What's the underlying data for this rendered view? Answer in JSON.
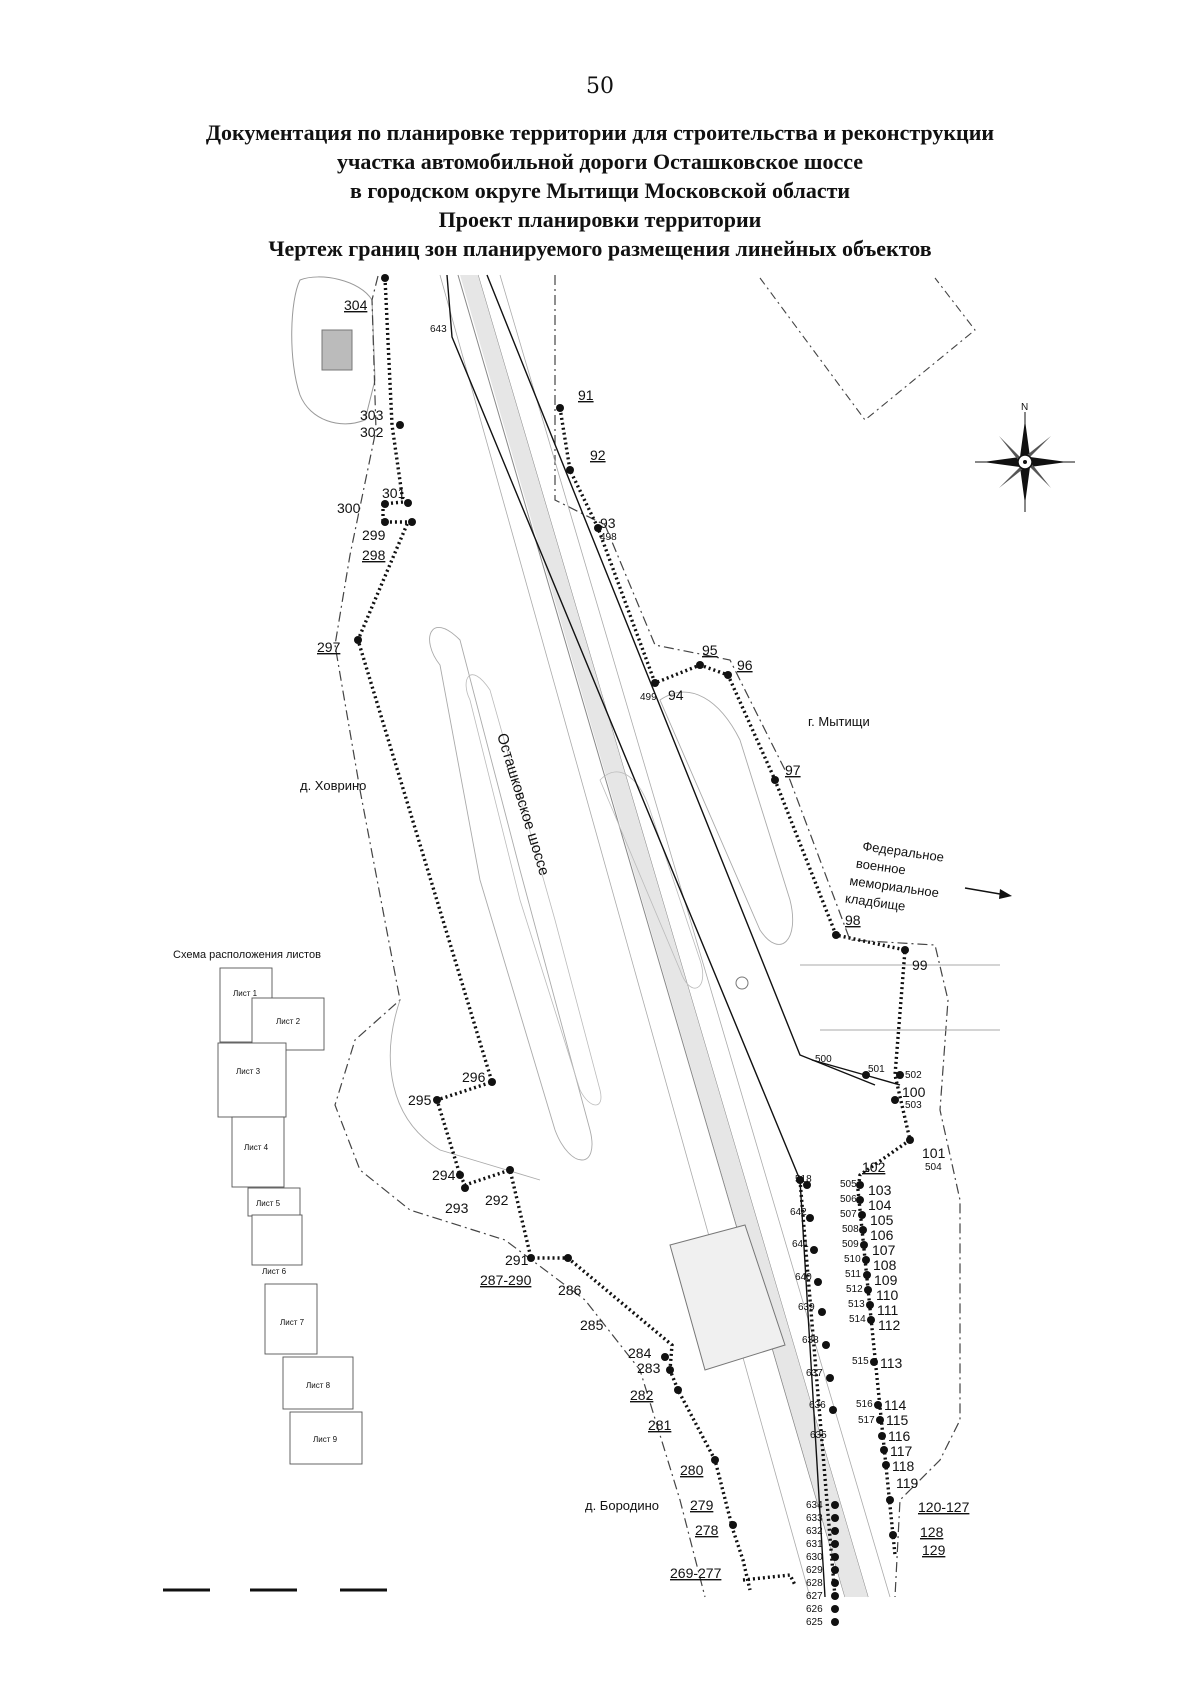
{
  "page": {
    "number": "50",
    "title_lines": [
      "Документация по планировке территории для строительства и реконструкции",
      "участка автомобильной дороги Осташковское шоссе",
      "в городском округе Мытищи Московской области",
      "Проект планировки территории",
      "Чертеж границ зон планируемого размещения линейных объектов"
    ]
  },
  "map": {
    "road_name": "Осташковское шоссе",
    "places": {
      "khovrino": "д. Ховрино",
      "mytishchi": "г. Мытищи",
      "borodino": "д. Бородино",
      "cemetery": [
        "Федеральное",
        "военное",
        "мемориальное",
        "кладбище"
      ]
    },
    "compass_label": "N",
    "sheet_scheme": {
      "title": "Схема расположения листов",
      "sheets": [
        "Лист 1",
        "Лист 2",
        "Лист 3",
        "Лист 4",
        "Лист 5",
        "Лист 6",
        "Лист 7",
        "Лист 8",
        "Лист 9"
      ]
    },
    "points_left_zone": [
      "304",
      "303",
      "302",
      "301",
      "300",
      "299",
      "298",
      "297",
      "296",
      "295",
      "294",
      "293",
      "292",
      "291",
      "287-290",
      "286",
      "285",
      "284",
      "283",
      "282",
      "281",
      "280",
      "279",
      "278",
      "269-277"
    ],
    "points_right_zone": [
      "91",
      "92",
      "93",
      "95",
      "96",
      "94",
      "97",
      "98",
      "99",
      "100",
      "101",
      "102",
      "103",
      "104",
      "105",
      "106",
      "107",
      "108",
      "109",
      "110",
      "111",
      "112",
      "113",
      "114",
      "115",
      "116",
      "117",
      "118",
      "119",
      "120-127",
      "128",
      "129"
    ],
    "points_axis": [
      "643",
      "498",
      "499",
      "500",
      "501",
      "502",
      "503",
      "504",
      "505",
      "506",
      "507",
      "508",
      "509",
      "510",
      "511",
      "512",
      "513",
      "514",
      "515",
      "516",
      "517",
      "518",
      "642",
      "641",
      "640",
      "639",
      "638",
      "637",
      "636",
      "635",
      "634",
      "633",
      "632",
      "631",
      "630",
      "629",
      "628",
      "627",
      "626",
      "625"
    ]
  }
}
